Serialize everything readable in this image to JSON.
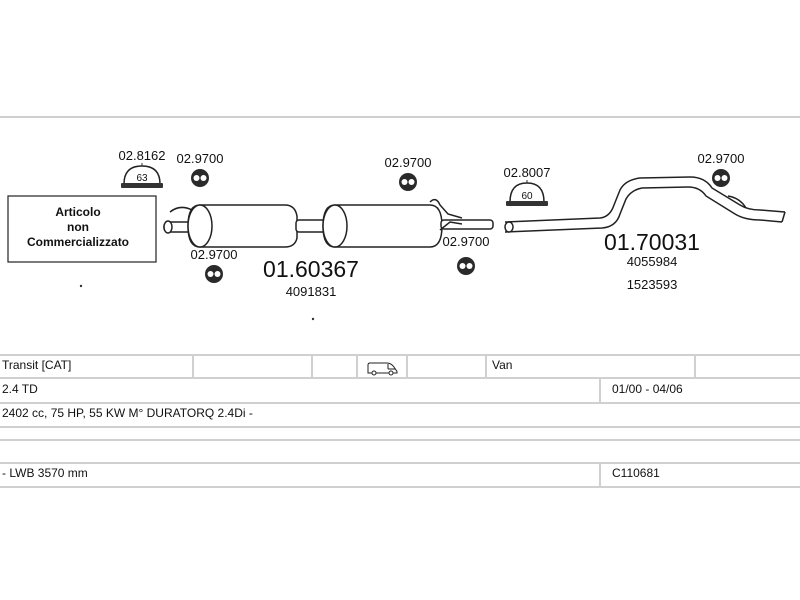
{
  "diagram": {
    "not_sold_box": [
      "Articolo",
      "non",
      "Commercializzato"
    ],
    "parts": {
      "clamp_left_top": "02.8162",
      "clamp_left_badge": "63",
      "hanger_1": "02.9700",
      "hanger_2": "02.9700",
      "hanger_3": "02.9700",
      "hanger_4": "02.9700",
      "hanger_5": "02.9700",
      "clamp_mid": "02.8007",
      "clamp_mid_badge": "60",
      "silencer_code": "01.60367",
      "silencer_ref": "4091831",
      "tailpipe_code": "01.70031",
      "tailpipe_ref_1": "4055984",
      "tailpipe_ref_2": "1523593"
    }
  },
  "table": {
    "model": "Transit   [CAT]",
    "body_type": "Van",
    "engine": "2.4 TD",
    "years": "01/00 - 04/06",
    "spec": "2402 cc, 75 HP, 55 KW  M° DURATORQ 2.4Di -",
    "wheelbase": "- LWB 3570 mm",
    "catalog_code": "C110681",
    "vehicle_icon": "van-icon"
  }
}
